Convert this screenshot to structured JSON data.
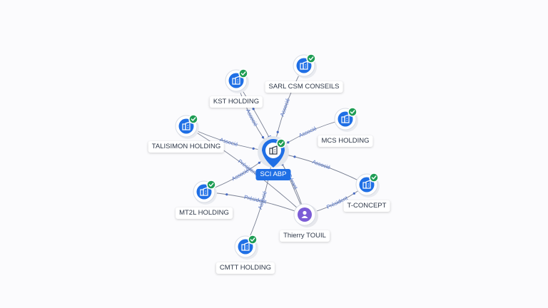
{
  "center": {
    "label": "SCI ABP",
    "icon": "building-icon",
    "verified": true
  },
  "companies": [
    {
      "id": "kst",
      "label": "KST HOLDING",
      "icon": "building-icon",
      "verified": true
    },
    {
      "id": "sarl",
      "label": "SARL CSM CONSEILS",
      "icon": "building-icon",
      "verified": true
    },
    {
      "id": "mcs",
      "label": "MCS HOLDING",
      "icon": "building-icon",
      "verified": true
    },
    {
      "id": "tal",
      "label": "TALISIMON HOLDING",
      "icon": "building-icon",
      "verified": true
    },
    {
      "id": "tco",
      "label": "T-CONCEPT",
      "icon": "building-icon",
      "verified": true
    },
    {
      "id": "mt2l",
      "label": "MT2L HOLDING",
      "icon": "building-icon",
      "verified": true
    },
    {
      "id": "cmtt",
      "label": "CMTT HOLDING",
      "icon": "building-icon",
      "verified": true
    }
  ],
  "person": {
    "id": "thierry",
    "label": "Thierry TOUIL",
    "icon": "person-icon"
  },
  "edges": [
    {
      "from": "kst",
      "to": "center",
      "label": "Associé"
    },
    {
      "from": "sarl",
      "to": "center",
      "label": "Associé"
    },
    {
      "from": "mcs",
      "to": "center",
      "label": "Associé"
    },
    {
      "from": "tal",
      "to": "center",
      "label": "Associé"
    },
    {
      "from": "tco",
      "to": "center",
      "label": "Associé"
    },
    {
      "from": "mt2l",
      "to": "center",
      "label": "Associé"
    },
    {
      "from": "cmtt",
      "to": "center",
      "label": "Associé"
    },
    {
      "from": "thierry",
      "to": "center",
      "label": "Gérant"
    },
    {
      "from": "thierry",
      "to": "kst",
      "label": "Président"
    },
    {
      "from": "thierry",
      "to": "tal",
      "label": "Président"
    },
    {
      "from": "thierry",
      "to": "mt2l",
      "label": "Président"
    },
    {
      "from": "thierry",
      "to": "tco",
      "label": "Président"
    }
  ],
  "colors": {
    "accent": "#1f6fe5",
    "verified": "#1f9d55",
    "person": "#7c5cd6",
    "edge": "#7a8194",
    "edge_label": "#4a6cc2"
  }
}
